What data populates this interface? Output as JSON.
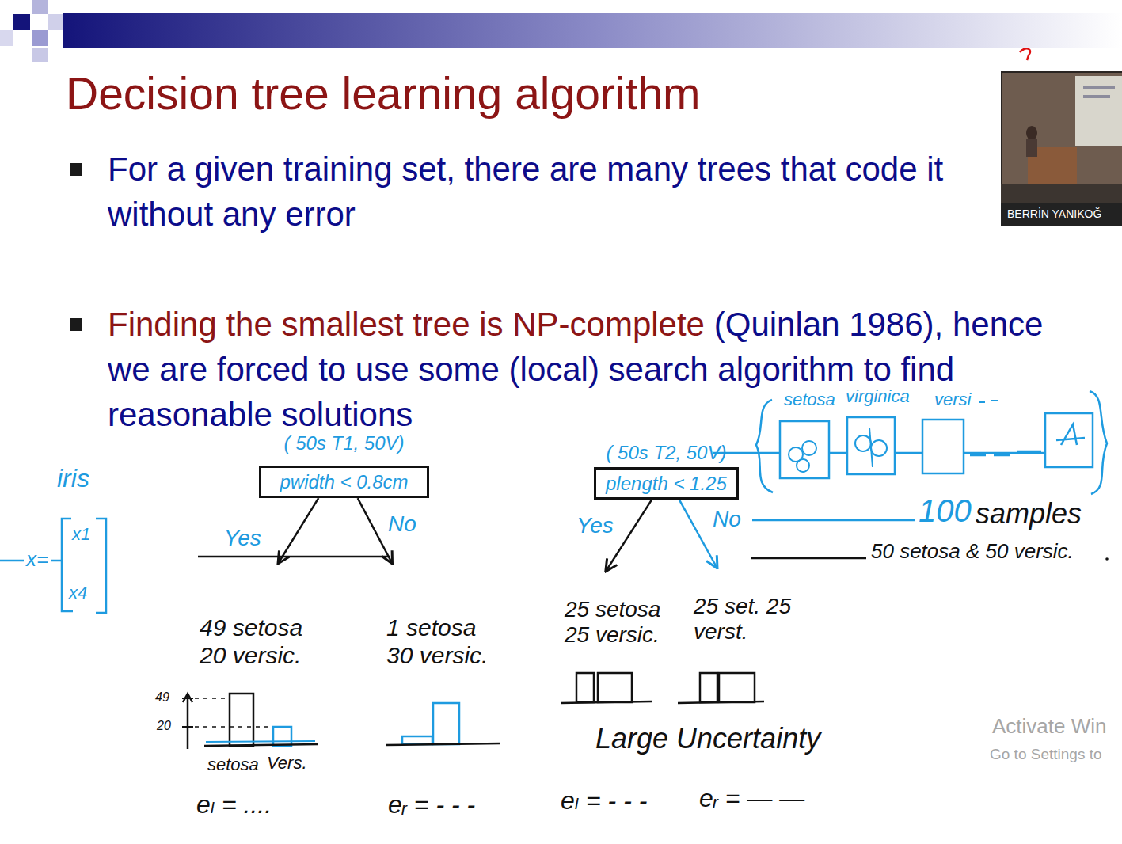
{
  "diagram": {
    "title": "Decision tree learning algorithm",
    "nodes": [
      {
        "text": [
          "( 50s T1, 50V)",
          "pwidth < 0.8cm"
        ]
      },
      {
        "text": [
          "49 setosa 20 versic."
        ]
      },
      {
        "text": [
          "1 setosa 30 versic."
        ]
      },
      {
        "text": [
          "( 50s T2, 50V)",
          "plength < 1.25"
        ]
      },
      {
        "text": [
          "25 setosa 25 versic."
        ]
      },
      {
        "text": [
          "25 set. 25 verst."
        ]
      }
    ],
    "edges": [
      {
        "from": 0,
        "to": 1,
        "arrow": "to",
        "label": "Yes"
      },
      {
        "from": 0,
        "to": 2,
        "arrow": "to",
        "label": "No"
      },
      {
        "from": 3,
        "to": 4,
        "arrow": "to",
        "label": "Yes"
      },
      {
        "from": 3,
        "to": 5,
        "arrow": "to",
        "label": "No"
      }
    ],
    "labels": [
      "For a given training set, there are many trees that code it without any error",
      "Finding the smallest tree is NP-complete",
      "(Quinlan 1986), hence we are forced to use some (local) search algorithm to find reasonable solutions",
      "iris",
      "x=",
      "x1",
      "x4",
      "setosa",
      "virginica",
      "versi",
      "100",
      "samples",
      "50 setosa & 50 versic.",
      "49",
      "20",
      "setosa",
      "Vers.",
      "Large Uncertainty",
      "eₗ = ....",
      "eᵣ = - - -",
      "eₗ = - - -",
      "eᵣ = — —",
      "Activate Win",
      "Go to Settings to",
      "BERRİN YANIKOĞ"
    ]
  }
}
